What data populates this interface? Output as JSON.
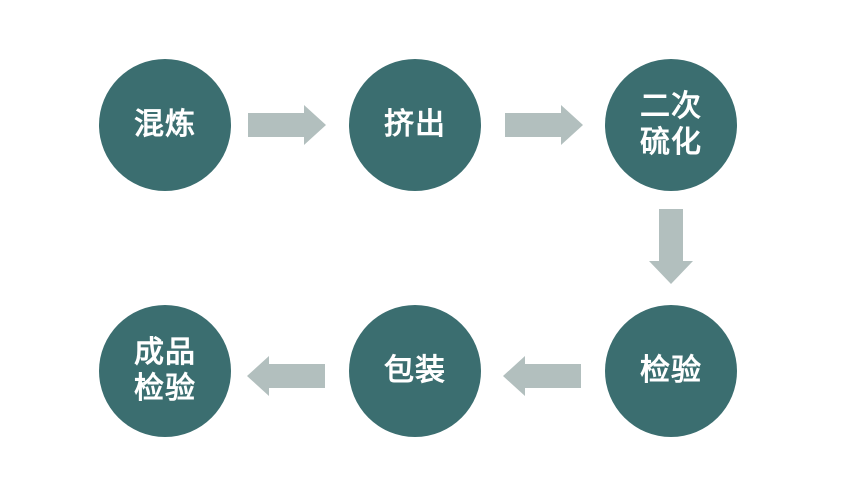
{
  "colors": {
    "node_fill": "#3b6e70",
    "node_text": "#ffffff",
    "arrow_fill": "#b2bfbe"
  },
  "nodes": [
    {
      "id": "mixing",
      "lines": [
        "混炼"
      ]
    },
    {
      "id": "extrusion",
      "lines": [
        "挤出"
      ]
    },
    {
      "id": "secondary-vulcanization",
      "lines": [
        "二次",
        "硫化"
      ]
    },
    {
      "id": "inspection",
      "lines": [
        "检验"
      ]
    },
    {
      "id": "packaging",
      "lines": [
        "包装"
      ]
    },
    {
      "id": "finished-product-inspection",
      "lines": [
        "成品",
        "检验"
      ]
    }
  ]
}
